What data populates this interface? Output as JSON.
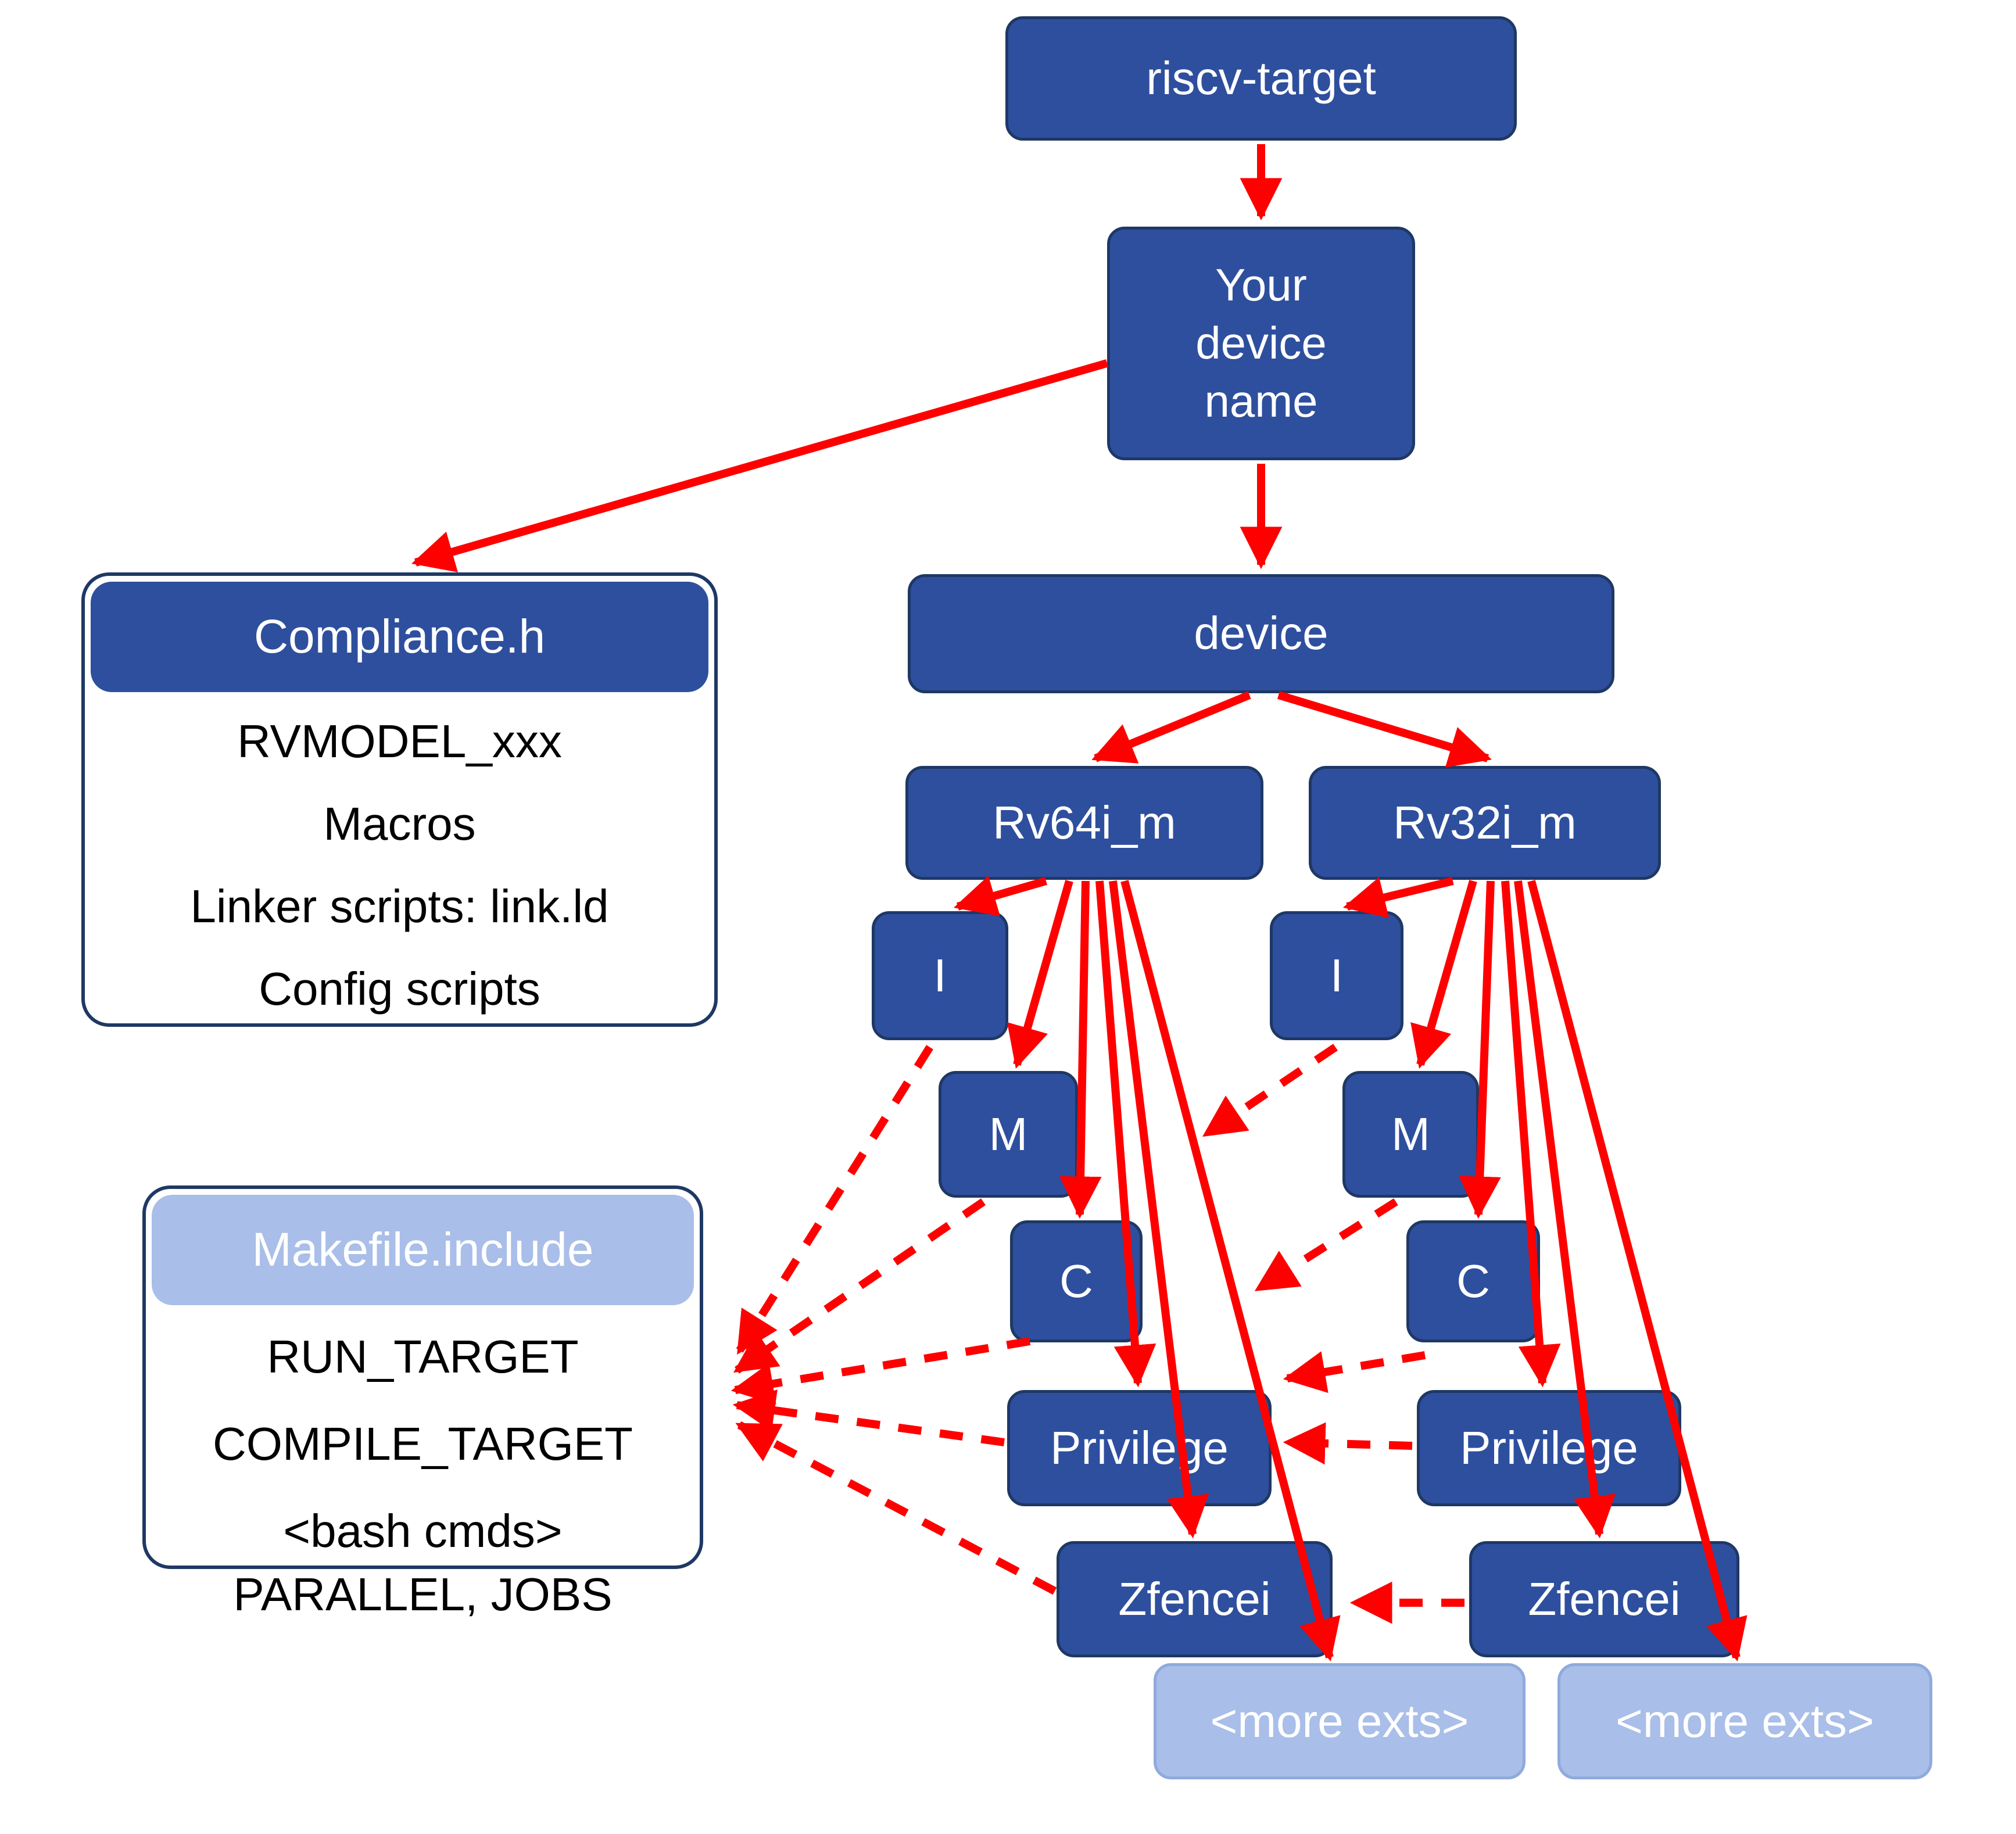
{
  "colors": {
    "node_fill": "#2E4F9E",
    "node_border": "#1F3864",
    "light_fill": "#A9BEE8",
    "arrow": "#FE0000",
    "text_on_dark": "#FFFFFF",
    "body_text": "#000000"
  },
  "nodes": {
    "riscv_target": {
      "label": "riscv-target"
    },
    "device_name": {
      "lines": [
        "Your",
        "device",
        "name"
      ]
    },
    "device": {
      "label": "device"
    },
    "rv64": {
      "label": "Rv64i_m"
    },
    "rv32": {
      "label": "Rv32i_m"
    },
    "left_exts": [
      "I",
      "M",
      "C",
      "Privilege",
      "Zfencei",
      "<more exts>"
    ],
    "right_exts": [
      "I",
      "M",
      "C",
      "Privilege",
      "Zfencei",
      "<more exts>"
    ]
  },
  "compliance": {
    "header": "Compliance.h",
    "lines": [
      "RVMODEL_xxx",
      "Macros",
      "Linker scripts: link.ld",
      "Config scripts"
    ]
  },
  "makefile": {
    "header": "Makefile.include",
    "lines": [
      "RUN_TARGET",
      "COMPILE_TARGET",
      "<bash cmds>"
    ],
    "footer": "PARALLEL, JOBS"
  }
}
